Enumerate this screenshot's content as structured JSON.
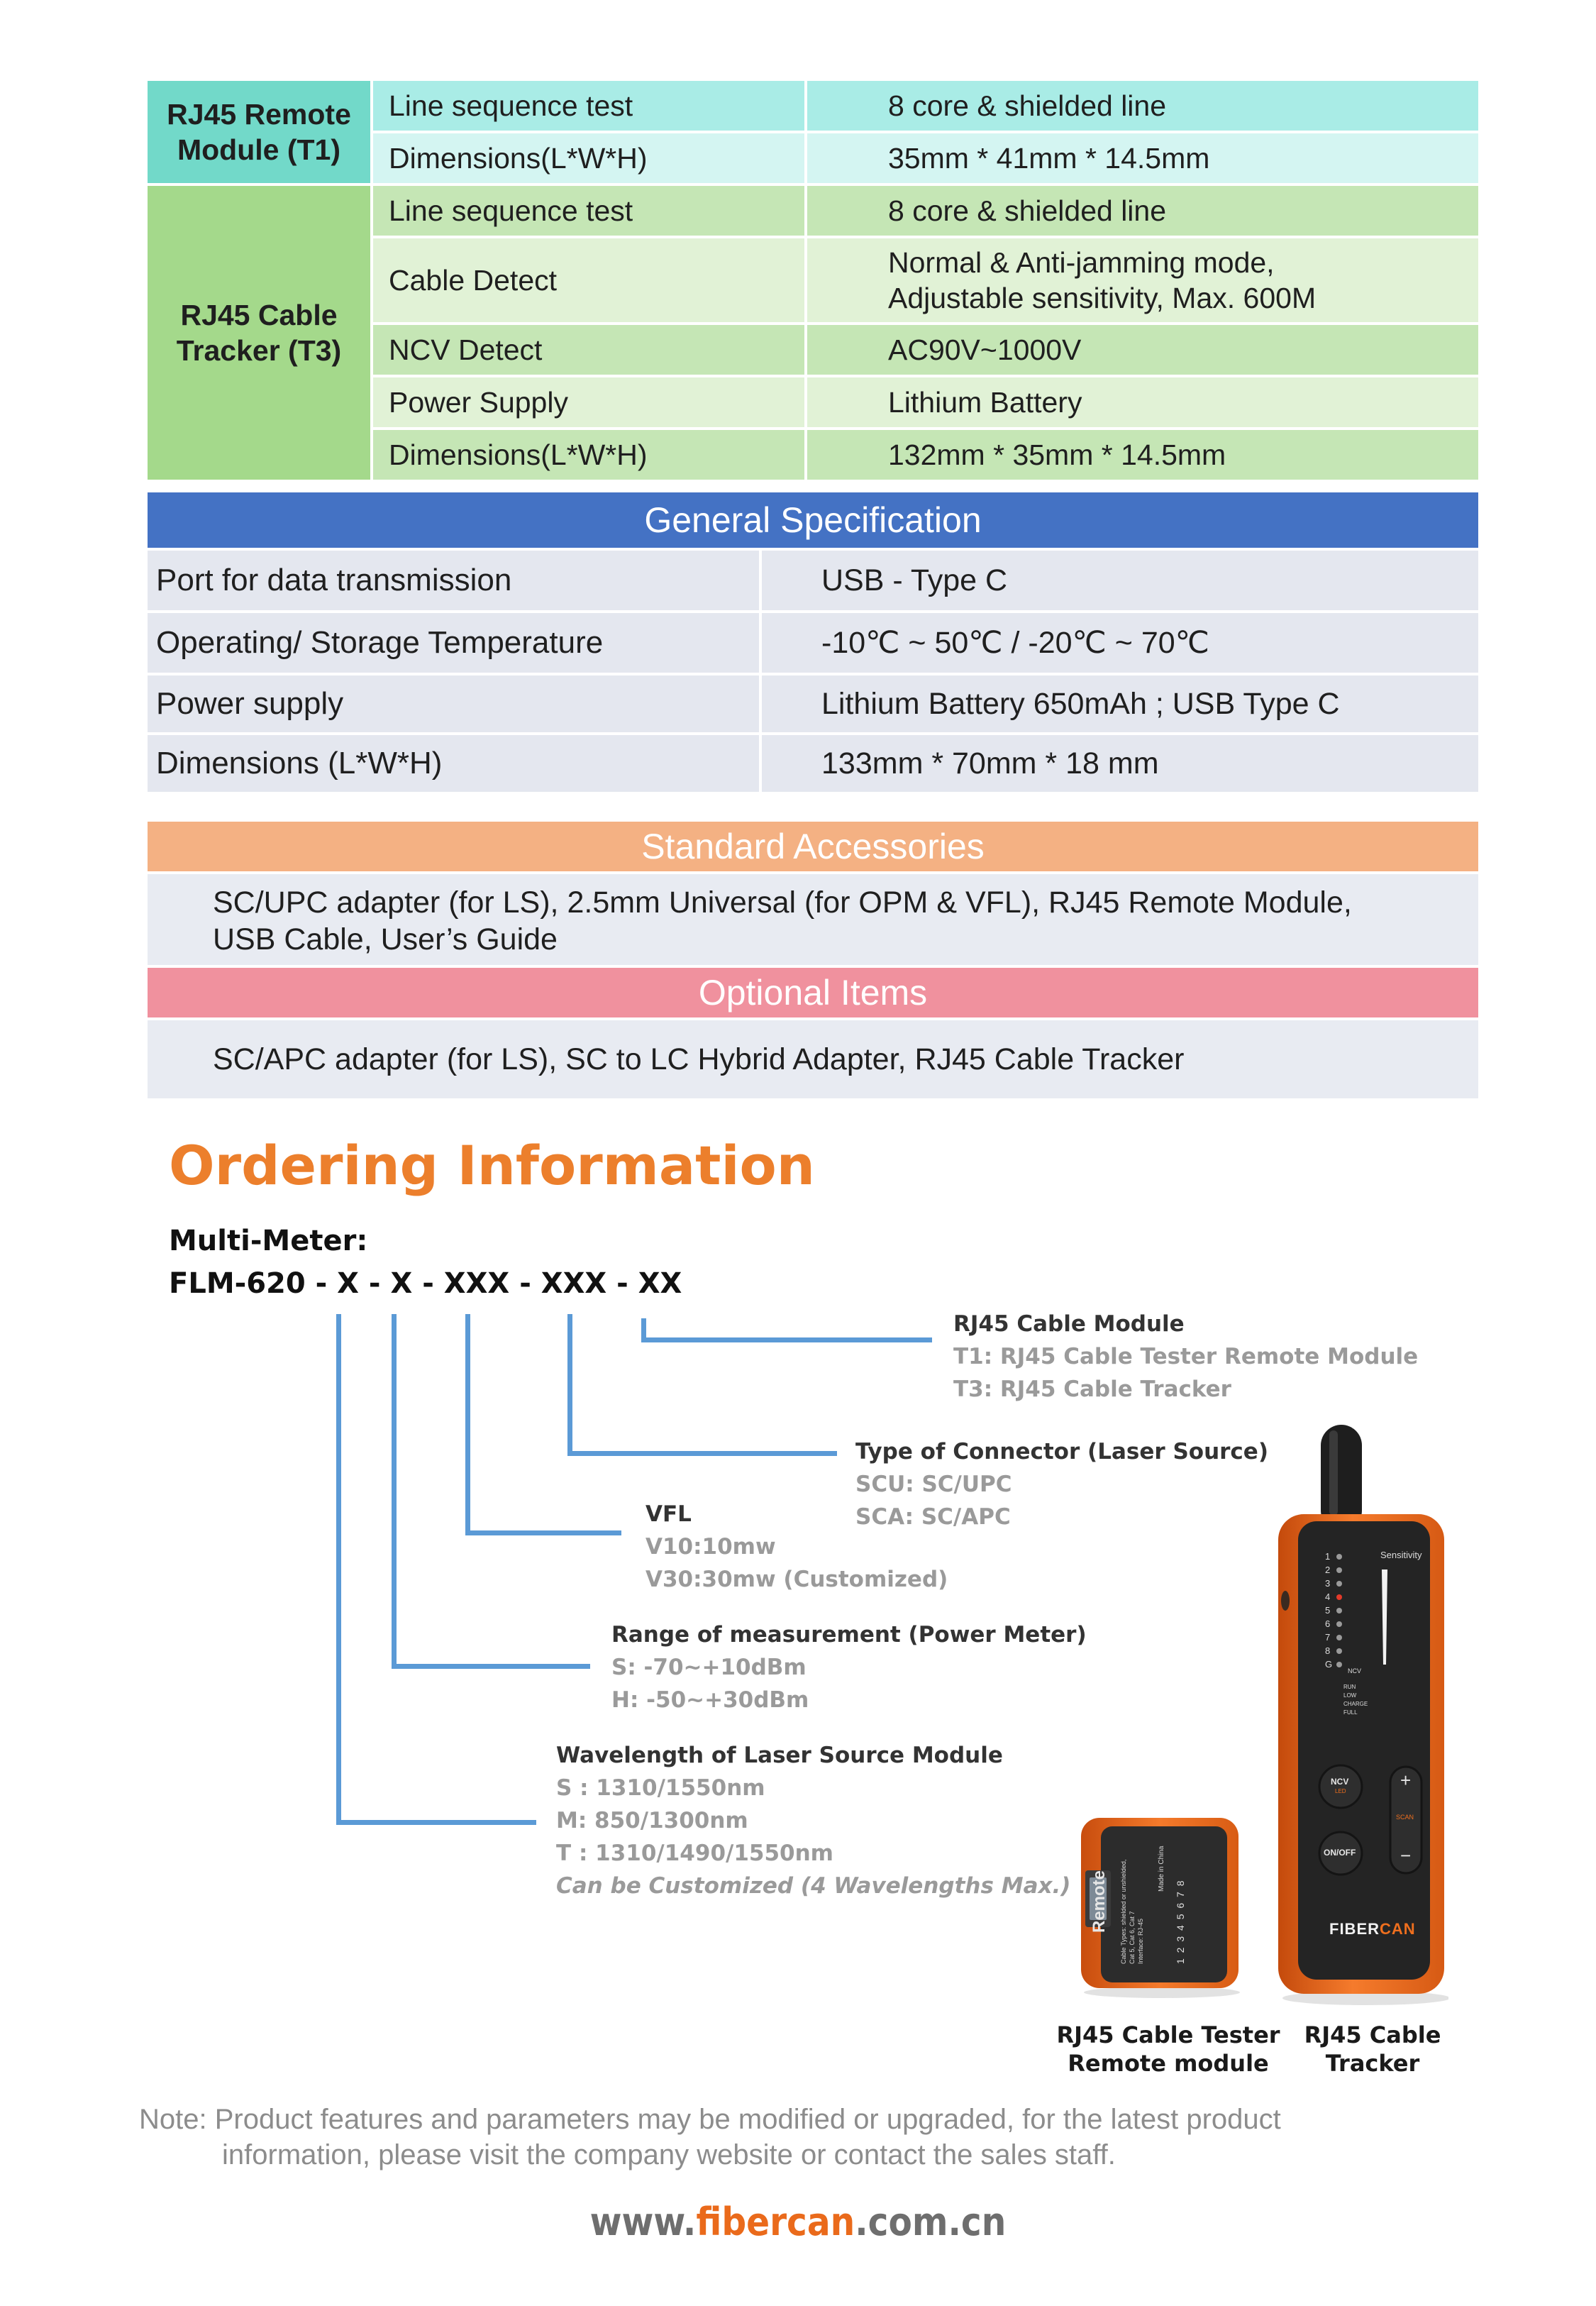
{
  "module_table": {
    "groups": [
      {
        "name": "RJ45 Remote Module (T1)",
        "name_lines": [
          "RJ45 Remote",
          "Module (T1)"
        ],
        "rows": [
          {
            "param": "Line sequence test",
            "value_lines": [
              "8 core & shielded line"
            ]
          },
          {
            "param": "Dimensions(L*W*H)",
            "value_lines": [
              "35mm * 41mm * 14.5mm"
            ]
          }
        ]
      },
      {
        "name": "RJ45 Cable Tracker (T3)",
        "name_lines": [
          "RJ45 Cable",
          "Tracker (T3)"
        ],
        "rows": [
          {
            "param": "Line sequence test",
            "value_lines": [
              "8 core & shielded line"
            ]
          },
          {
            "param": "Cable Detect",
            "value_lines": [
              "Normal & Anti-jamming mode,",
              "Adjustable sensitivity,  Max. 600M"
            ]
          },
          {
            "param": "NCV Detect",
            "value_lines": [
              "AC90V~1000V"
            ]
          },
          {
            "param": "Power Supply",
            "value_lines": [
              "Lithium Battery"
            ]
          },
          {
            "param": "Dimensions(L*W*H)",
            "value_lines": [
              "132mm * 35mm * 14.5mm"
            ]
          }
        ]
      }
    ]
  },
  "general_spec": {
    "title": "General Specification",
    "rows": [
      {
        "label": "Port for data  transmission",
        "value": "USB - Type C"
      },
      {
        "label": "Operating/ Storage   Temperature",
        "value": "-10℃ ~ 50℃ /  -20℃ ~ 70℃"
      },
      {
        "label": "Power supply",
        "value": "Lithium Battery 650mAh ; USB Type C"
      },
      {
        "label": "Dimensions (L*W*H)",
        "value": "133mm * 70mm * 18 mm"
      }
    ]
  },
  "standard_accessories": {
    "title": "Standard Accessories",
    "lines": [
      "SC/UPC adapter (for LS), 2.5mm Universal (for OPM & VFL),  RJ45 Remote Module,",
      "USB Cable, User’s Guide"
    ]
  },
  "optional_items": {
    "title": "Optional Items",
    "lines": [
      "SC/APC adapter (for LS), SC to LC Hybrid Adapter, RJ45 Cable Tracker"
    ]
  },
  "ordering": {
    "heading": "Ordering Information",
    "product_label": "Multi-Meter:",
    "code": "FLM-620 - X - X - XXX - XXX - XX",
    "groups": [
      {
        "title": "RJ45 Cable Module",
        "lines": [
          "T1: RJ45 Cable Tester Remote Module",
          "T3: RJ45 Cable Tracker"
        ]
      },
      {
        "title": "Type of Connector (Laser Source)",
        "lines": [
          "SCU: SC/UPC",
          "SCA: SC/APC"
        ]
      },
      {
        "title": "VFL",
        "lines": [
          "V10:10mw",
          "V30:30mw (Customized)"
        ]
      },
      {
        "title": "Range of measurement (Power Meter)",
        "lines": [
          "S: -70~+10dBm",
          "H: -50~+30dBm"
        ]
      },
      {
        "title": "Wavelength of Laser Source Module",
        "lines": [
          "S : 1310/1550nm",
          "M: 850/1300nm",
          "T : 1310/1490/1550nm"
        ],
        "note": "Can be Customized (4 Wavelengths Max.)"
      }
    ]
  },
  "products": {
    "remote": {
      "caption_lines": [
        "RJ45 Cable Tester",
        "Remote module"
      ],
      "device_label": "Remote",
      "device_small_lines": [
        "Cable Types: shielded or unshielded,",
        "Cat 5, Cat 6, Cat 7",
        "Interface: RJ-45"
      ],
      "made_in": "Made in China",
      "pins": "1 2 3 4 5 6 7 8"
    },
    "tracker": {
      "caption_lines": [
        "RJ45 Cable",
        "Tracker"
      ],
      "brand_a": "FIBER",
      "brand_b": "CAN",
      "sensitivity_label": "Sensitivity",
      "pin_labels": [
        "1",
        "2",
        "3",
        "4",
        "5",
        "6",
        "7",
        "8",
        "G"
      ],
      "ncv_small": "NCV",
      "status_labels": [
        "RUN",
        "LOW",
        "CHARGE",
        "FULL"
      ],
      "btn_ncv": "NCV",
      "btn_ncv_sub": "LED",
      "btn_onoff": "ON/OFF",
      "btn_plus": "+",
      "btn_minus": "−",
      "btn_scan": "SCAN"
    }
  },
  "note": {
    "lines": [
      "Note: Product features and parameters may be modified or upgraded, for the latest product",
      "information, please visit the company website or contact the sales staff."
    ]
  },
  "footer": {
    "url_a": "www.",
    "url_b": "fibercan",
    "url_c": ".com.cn"
  },
  "colors": {
    "t1_label": "#72d9c9",
    "t1_row": "#a9ece6",
    "t1_row_alt": "#d4f5f2",
    "t3_label": "#a4d98b",
    "t3_row": "#c5e6b5",
    "t3_row_alt": "#e1f2d6",
    "general_band": "#4472c4",
    "spec_row": "#e4e7ef",
    "accessories_band": "#f4b183",
    "optional_band": "#f0919e",
    "list_row": "#e8ebf2",
    "heading": "#ec7f2c",
    "tree_line": "#5b9ad6",
    "device_orange": "#ef6f1e"
  }
}
